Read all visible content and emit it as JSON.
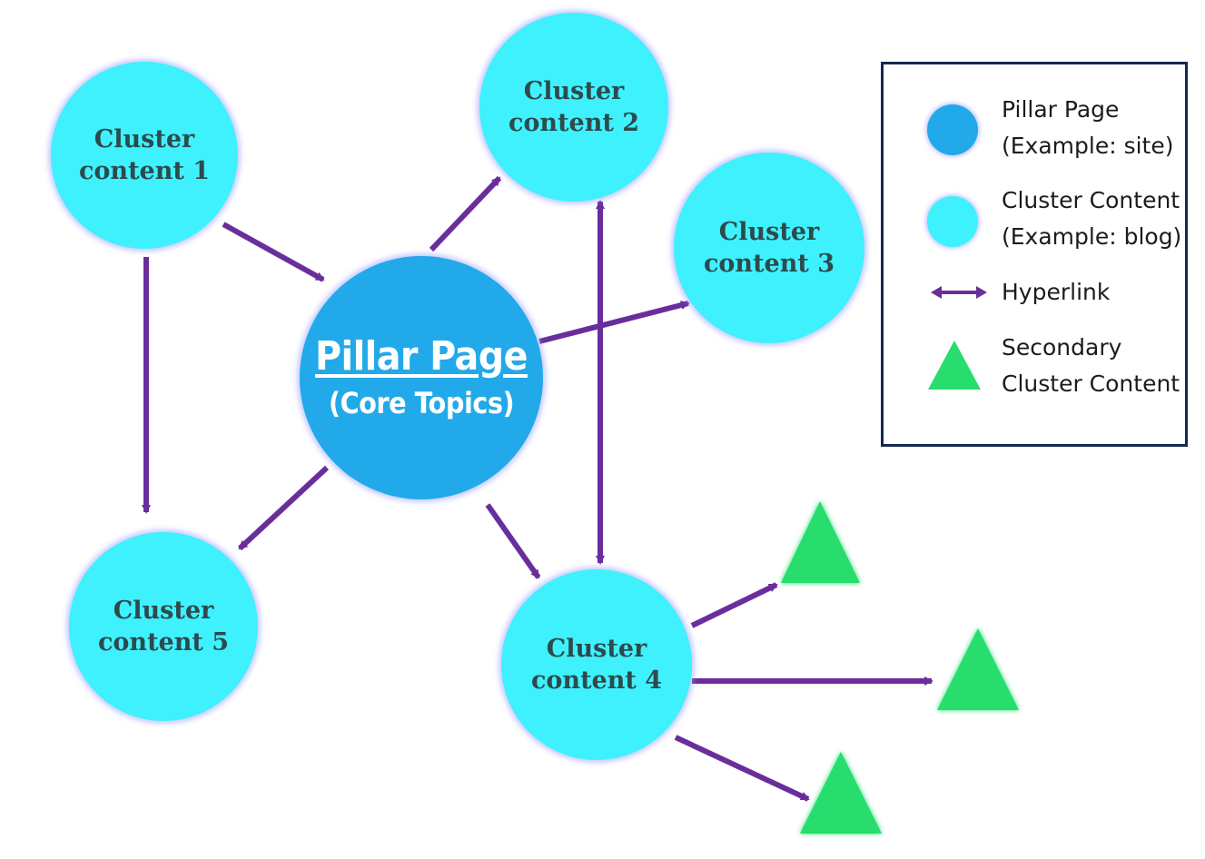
{
  "pillar": {
    "title": "Pillar Page",
    "subtitle": "(Core Topics)"
  },
  "clusters": [
    {
      "line1": "Cluster",
      "line2": "content 1"
    },
    {
      "line1": "Cluster",
      "line2": "content 2"
    },
    {
      "line1": "Cluster",
      "line2": "content 3"
    },
    {
      "line1": "Cluster",
      "line2": "content 4"
    },
    {
      "line1": "Cluster",
      "line2": "content 5"
    }
  ],
  "legend": {
    "pillar_line1": "Pillar Page",
    "pillar_line2": "(Example: site)",
    "cluster_line1": "Cluster Content",
    "cluster_line2": "(Example: blog)",
    "hyperlink": "Hyperlink",
    "secondary_line1": "Secondary",
    "secondary_line2": "Cluster Content"
  },
  "colors": {
    "pillar": "#22a9e9",
    "cluster": "#3ef1fd",
    "secondary": "#27dd6d",
    "hyperlink": "#6a2e9c",
    "legend_border": "#12294f"
  },
  "icons": {
    "pillar": "pillar-circle-icon",
    "cluster": "cluster-circle-icon",
    "hyperlink": "double-arrow-icon",
    "secondary": "secondary-triangle-icon"
  }
}
